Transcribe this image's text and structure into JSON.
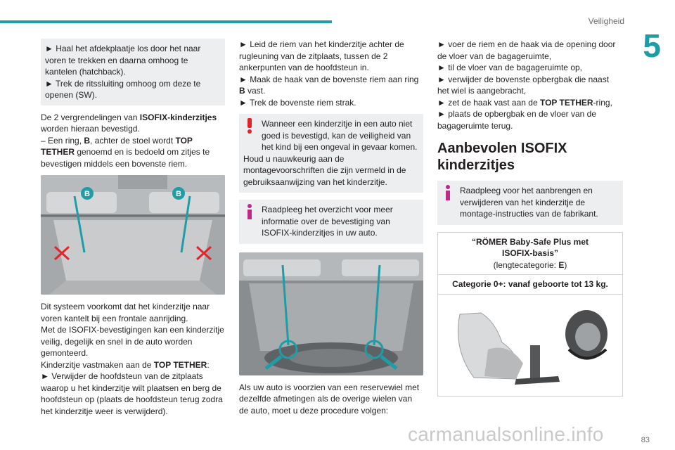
{
  "header": {
    "section_title": "Veiligheid",
    "chapter_number": "5",
    "page_number": "83"
  },
  "watermark": "carmanualsonline.info",
  "col1": {
    "intro_box": [
      "► Haal het afdekplaatje los door het naar voren te trekken en daarna omhoog te kantelen (hatchback).",
      "► Trek de ritssluiting omhoog om deze te openen (SW)."
    ],
    "para1_a": "De 2 vergrendelingen van ",
    "para1_b": "ISOFIX-kinderzitjes",
    "para1_c": " worden hieraan bevestigd.",
    "para1_d": "– Een ring, ",
    "para1_e": "B",
    "para1_f": ", achter de stoel wordt ",
    "para1_g": "TOP TETHER",
    "para1_h": " genoemd en is bedoeld om zitjes te bevestigen middels een bovenste riem.",
    "photo_label_left": "B",
    "photo_label_right": "B",
    "para2": [
      "Dit systeem voorkomt dat het kinderzitje naar voren kantelt bij een frontale aanrijding.",
      "Met de ISOFIX-bevestigingen kan een kinderzitje veilig, degelijk en snel in de auto worden gemonteerd."
    ],
    "para3_a": "Kinderzitje vastmaken aan de ",
    "para3_b": "TOP TETHER",
    "para3_c": ":",
    "para3_d": "► Verwijder de hoofdsteun van de zitplaats waarop u het kinderzitje wilt plaatsen en berg de hoofdsteun op (plaats de hoofdsteun terug zodra het kinderzitje weer is verwijderd)."
  },
  "col2": {
    "step1": "► Leid de riem van het kinderzitje achter de rugleuning van de zitplaats, tussen de 2 ankerpunten van de hoofdsteun in.",
    "step2_a": "► Maak de haak van de bovenste riem aan ring ",
    "step2_b": "B",
    "step2_c": " vast.",
    "step3": "► Trek de bovenste riem strak.",
    "warning": [
      "Wanneer een kinderzitje in een auto niet goed is bevestigd, kan de veiligheid van het kind bij een ongeval in gevaar komen.",
      "Houd u nauwkeurig aan de montagevoorschriften die zijn vermeld in de gebruiksaanwijzing van het kinderzitje."
    ],
    "info": "Raadpleeg het overzicht voor meer informatie over de bevestiging van ISOFIX-kinderzitjes in uw auto.",
    "caption": "Als uw auto is voorzien van een reservewiel met dezelfde afmetingen als de overige wielen van de auto, moet u deze procedure volgen:"
  },
  "col3": {
    "steps_a": [
      "► voer de riem en de haak via de opening door de vloer van de bagageruimte,",
      "► til de vloer van de bagageruimte op,",
      "► verwijder de bovenste opbergbak die naast het wiel is aangebracht,"
    ],
    "step_tt_a": "► zet de haak vast aan de ",
    "step_tt_b": "TOP TETHER",
    "step_tt_c": "-ring,",
    "step_last": "► plaats de opbergbak en de vloer van de bagageruimte terug.",
    "heading": "Aanbevolen ISOFIX kinderzitjes",
    "info": "Raadpleeg voor het aanbrengen en verwijderen van het kinderzitje de montage-instructies van de fabrikant.",
    "table": {
      "title": "“RÖMER Baby-Safe Plus met ISOFIX-basis”",
      "cat_a": "(lengtecategorie: ",
      "cat_b": "E",
      "cat_c": ")",
      "category": "Categorie 0+: vanaf geboorte tot 13 kg."
    }
  },
  "colors": {
    "accent": "#1f9da6",
    "warning_red": "#e2232a",
    "info_magenta": "#c0288a",
    "box_grey": "#eceeef"
  }
}
